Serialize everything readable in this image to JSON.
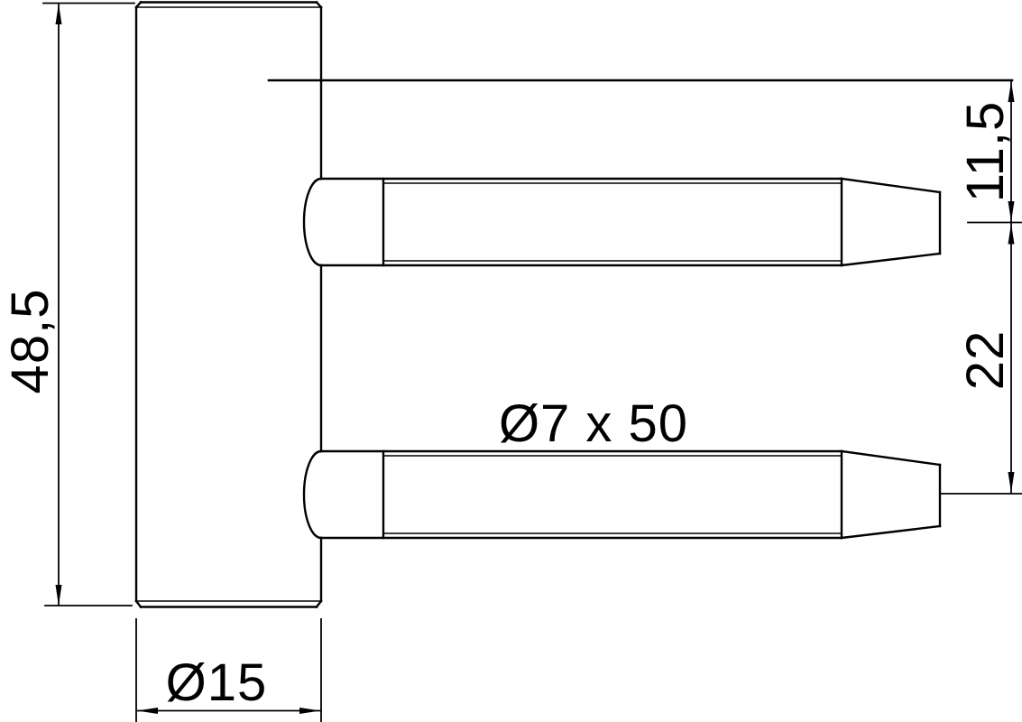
{
  "labels": {
    "barrel_height": "48,5",
    "barrel_diameter": "Ø15",
    "pin_size": "Ø7 x 50",
    "pin_top_offset": "11,5",
    "pin_spacing": "22"
  },
  "colors": {
    "line": "#000000",
    "background": "#ffffff"
  }
}
